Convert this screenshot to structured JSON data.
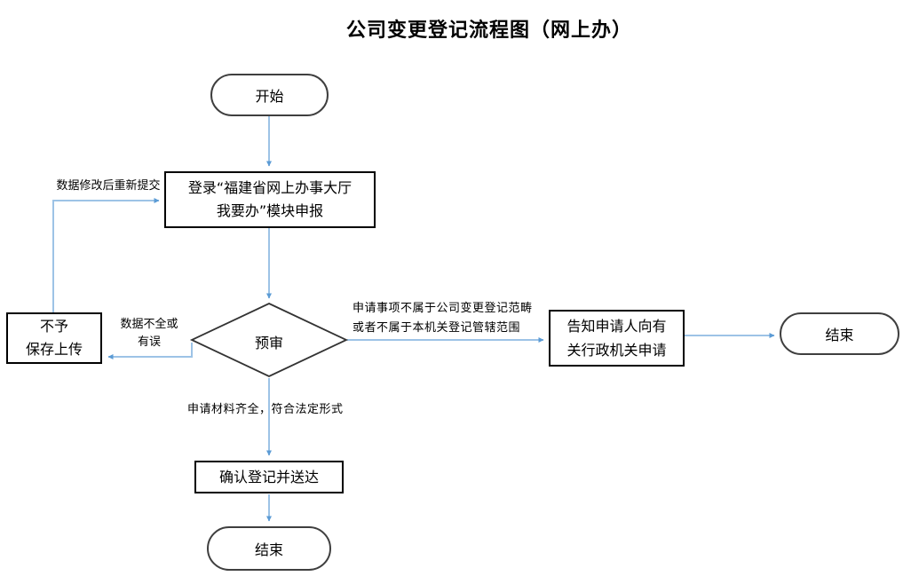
{
  "title": "公司变更登记流程图（网上办）",
  "colors": {
    "connector": "#9DC3E6",
    "arrowhead": "#5B9BD5",
    "process_border": "#000000",
    "terminator_border": "#3f3f3f",
    "text": "#000000",
    "background": "#ffffff"
  },
  "nodes": {
    "start": {
      "label": "开始",
      "shape": "terminator"
    },
    "login": {
      "line1": "登录“福建省网上办事大厅",
      "line2": "我要办”模块申报",
      "shape": "process"
    },
    "review": {
      "label": "预审",
      "shape": "decision"
    },
    "reject": {
      "line1": "不予",
      "line2": "保存上传",
      "shape": "process"
    },
    "notify": {
      "line1": "告知申请人向有",
      "line2": "关行政机关申请",
      "shape": "process"
    },
    "end_right": {
      "label": "结束",
      "shape": "terminator"
    },
    "confirm": {
      "label": "确认登记并送达",
      "shape": "process"
    },
    "end_bottom": {
      "label": "结束",
      "shape": "terminator"
    }
  },
  "edge_labels": {
    "resubmit": "数据修改后重新提交",
    "incomplete_line1": "数据不全或",
    "incomplete_line2": "有误",
    "out_of_scope_line1": "申请事项不属于公司变更登记范畴",
    "out_of_scope_line2": "或者不属于本机关登记管辖范围",
    "complete": "申请材料齐全，符合法定形式"
  }
}
